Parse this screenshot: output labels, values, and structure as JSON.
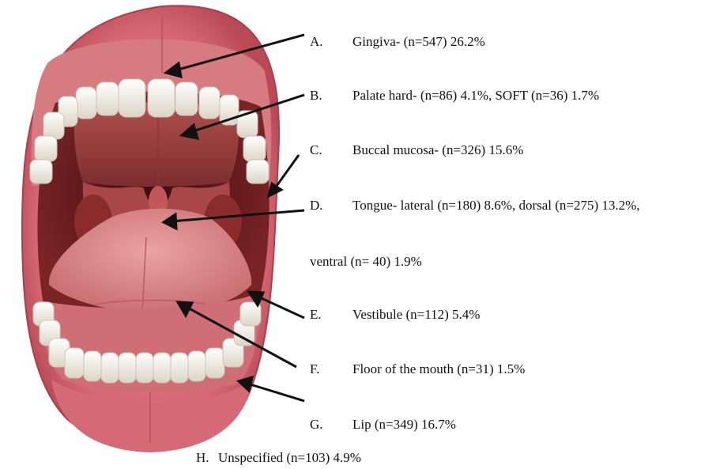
{
  "labels": [
    {
      "letter": "A.",
      "text": "Gingiva- (n=547) 26.2%"
    },
    {
      "letter": "B.",
      "text": "Palate hard- (n=86) 4.1%, SOFT (n=36) 1.7%"
    },
    {
      "letter": "C.",
      "text": "Buccal mucosa- (n=326) 15.6%"
    },
    {
      "letter": "D.",
      "text": "Tongue- lateral (n=180) 8.6%, dorsal (n=275) 13.2%,"
    },
    {
      "text": "ventral (n= 40) 1.9%"
    },
    {
      "letter": "E.",
      "text": "Vestibule (n=112) 5.4%"
    },
    {
      "letter": "F.",
      "text": "Floor of the mouth (n=31) 1.5%"
    },
    {
      "letter": "G.",
      "text": "Lip (n=349) 16.7%"
    },
    {
      "letter": "H.",
      "text": "Unspecified (n=103) 4.9%"
    }
  ],
  "colors": {
    "lip": "#d9707a",
    "lip_dark": "#b94a55",
    "cavity": "#6e1f22",
    "palate": "#9a3b3b",
    "tongue": "#d98a8c",
    "teeth": "#f3efe6",
    "arrow": "#111111"
  }
}
